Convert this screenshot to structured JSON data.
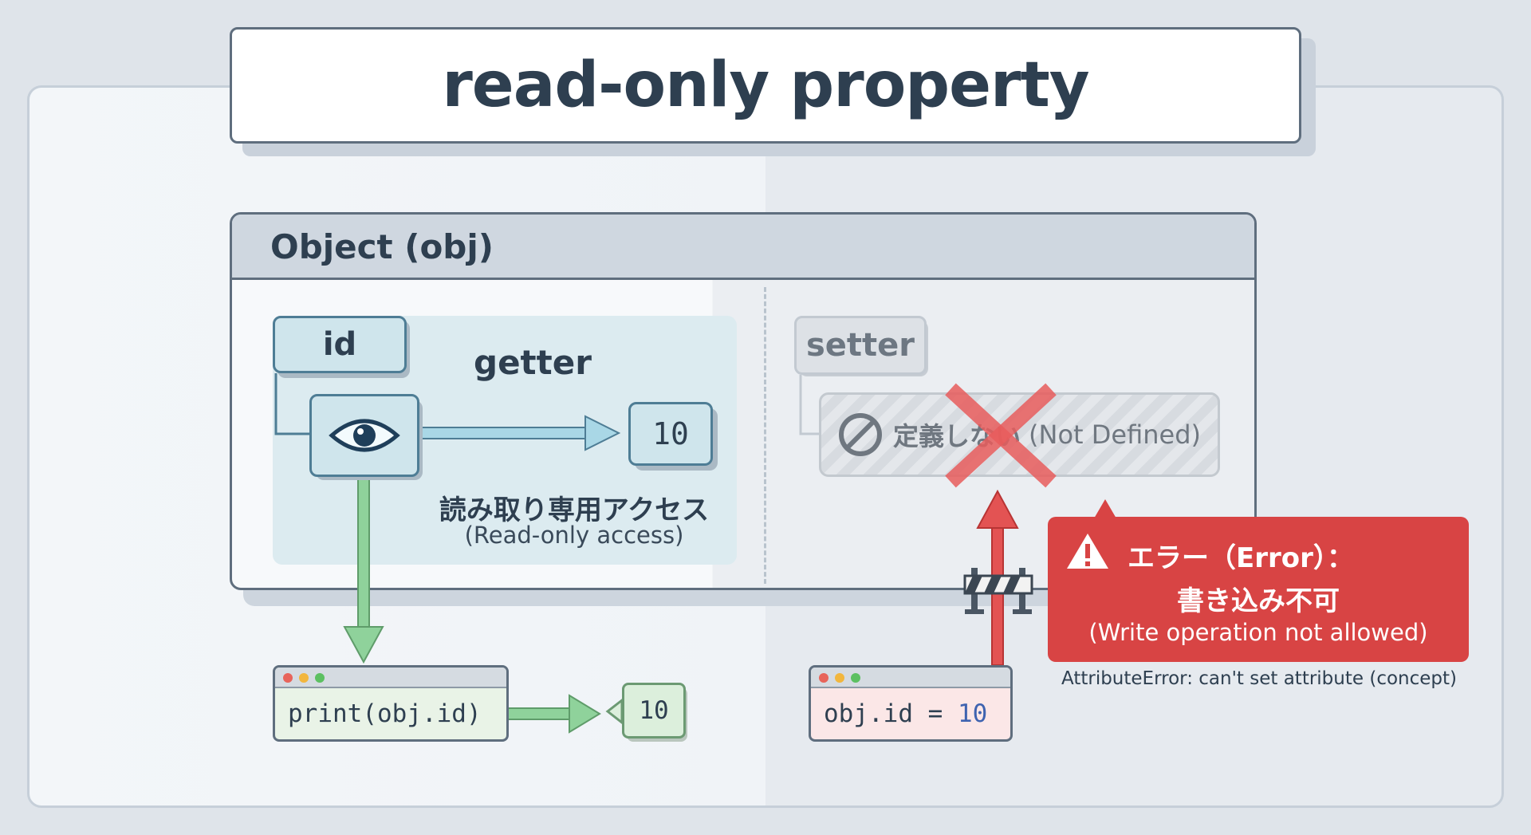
{
  "title": "read-only property",
  "object": {
    "header": "Object (obj)"
  },
  "getter_side": {
    "property_label": "id",
    "getter_label": "getter",
    "value": "10",
    "caption_jp": "読み取り専用アクセス",
    "caption_en": "(Read-only access)",
    "code": "print(obj.id)",
    "output": "10",
    "icon": "eye-icon"
  },
  "setter_side": {
    "setter_label": "setter",
    "not_defined_jp": "定義しない",
    "not_defined_en": "(Not Defined)",
    "code_prefix": "obj.id = ",
    "code_value": "10",
    "icons": [
      "prohibited-icon",
      "red-x-mark",
      "barrier-icon"
    ]
  },
  "error": {
    "line1": "エラー（Error）：",
    "line2": "書き込み不可",
    "line3": "(Write operation not allowed)",
    "note": "AttributeError: can't set attribute (concept)",
    "icon": "warning-icon"
  },
  "colors": {
    "dark_text": "#2e3f50",
    "getter_blue": "#4e7d95",
    "green_arrow": "#7dc98a",
    "error_red": "#d84444",
    "x_red": "#e85c5c"
  }
}
